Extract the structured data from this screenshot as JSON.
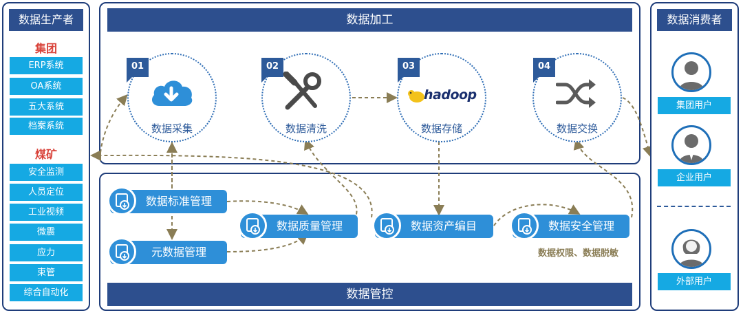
{
  "producer": {
    "title": "数据生产者",
    "groups": [
      {
        "title": "集团",
        "items": [
          "ERP系统",
          "OA系统",
          "五大系统",
          "档案系统"
        ]
      },
      {
        "title": "煤矿",
        "items": [
          "安全监测",
          "人员定位",
          "工业视频",
          "微震",
          "应力",
          "束管",
          "综合自动化"
        ]
      }
    ]
  },
  "processing": {
    "title": "数据加工",
    "steps": [
      {
        "num": "01",
        "label": "数据采集",
        "icon": "cloud-download-icon"
      },
      {
        "num": "02",
        "label": "数据清洗",
        "icon": "tools-icon"
      },
      {
        "num": "03",
        "label": "数据存储",
        "icon": "hadoop-logo",
        "logo_text": "hadoop"
      },
      {
        "num": "04",
        "label": "数据交换",
        "icon": "shuffle-icon"
      }
    ]
  },
  "governance": {
    "title": "数据管控",
    "items": [
      "数据标准管理",
      "元数据管理",
      "数据质量管理",
      "数据资产编目",
      "数据安全管理"
    ],
    "security_note": "数据权限、数据脱敏"
  },
  "consumer": {
    "title": "数据消费者",
    "users": [
      "集团用户",
      "企业用户",
      "外部用户"
    ]
  },
  "colors": {
    "navy": "#2d4f8e",
    "border": "#1f3d7a",
    "cyan": "#15a9e3",
    "pill_blue": "#2e8fd8",
    "accent_red": "#d9433a",
    "arrow_olive": "#8a7d55",
    "label_blue": "#2d5a9a"
  }
}
